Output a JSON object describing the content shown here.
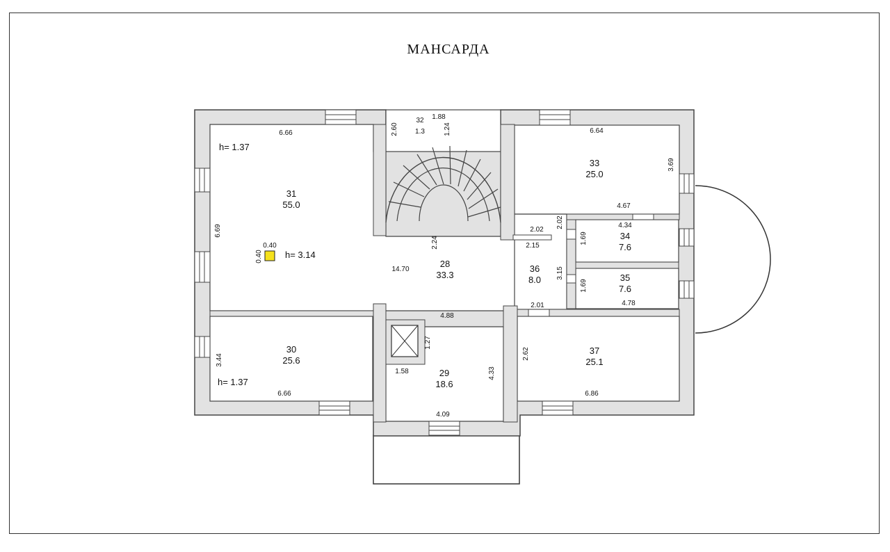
{
  "title": "МАНСАРДА",
  "colors": {
    "wall_fill": "#e2e2e2",
    "wall_stroke": "#444444",
    "height_note": "#2f5f9e",
    "marker": "#f5e11c"
  },
  "rooms": [
    {
      "id": "room-31",
      "number": "31",
      "area": "55.0"
    },
    {
      "id": "room-28",
      "number": "28",
      "area": "33.3"
    },
    {
      "id": "room-33",
      "number": "33",
      "area": "25.0"
    },
    {
      "id": "room-34",
      "number": "34",
      "area": "7.6"
    },
    {
      "id": "room-35",
      "number": "35",
      "area": "7.6"
    },
    {
      "id": "room-36",
      "number": "36",
      "area": "8.0"
    },
    {
      "id": "room-30",
      "number": "30",
      "area": "25.6"
    },
    {
      "id": "room-29",
      "number": "29",
      "area": "18.6"
    },
    {
      "id": "room-37",
      "number": "37",
      "area": "25.1"
    },
    {
      "id": "room-32",
      "number": "32",
      "area": "1.3"
    }
  ],
  "dimensions": {
    "r31_top": "6.66",
    "r31_left": "6.69",
    "r32_top": "1.88",
    "r32_side": "2.60",
    "r32_inner": "1.24",
    "r33_top": "6.64",
    "r33_right": "3.69",
    "r33_bottom": "4.67",
    "corr_a": "2.02",
    "corr_b": "2.02",
    "corr_c": "2.15",
    "r34_top": "4.34",
    "r34_side": "1.69",
    "r35_side": "1.69",
    "r35_bottom": "4.78",
    "r36_side": "3.15",
    "r36_bottom": "2.01",
    "r28_center": "2.24",
    "r28_width": "14.70",
    "r28_bottom": "4.88",
    "r30_side": "3.44",
    "r30_bottom": "6.66",
    "shaft": "1.27",
    "r29_left": "1.58",
    "r29_right": "4.33",
    "r29_bottom": "4.09",
    "r37_side": "2.62",
    "r37_bottom": "6.86",
    "marker_w": "0.40",
    "marker_h": "0.40"
  },
  "heights": {
    "h1": "h= 1.37",
    "h2": "h= 3.14",
    "h3": "h= 1.37"
  }
}
